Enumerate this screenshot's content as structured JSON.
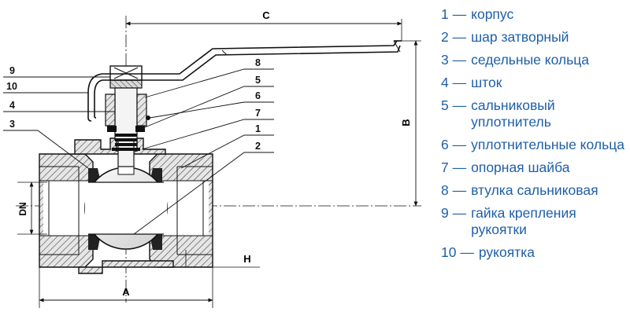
{
  "dimensions": {
    "a": "A",
    "b": "B",
    "c": "C",
    "h": "H",
    "dn": "DN"
  },
  "callouts": [
    "9",
    "10",
    "4",
    "3",
    "8",
    "5",
    "6",
    "7",
    "1",
    "2"
  ],
  "legend": [
    {
      "num": "1 —",
      "text": "корпус"
    },
    {
      "num": "2 —",
      "text": "шар затворный"
    },
    {
      "num": "3 —",
      "text": "седельные кольца"
    },
    {
      "num": "4 —",
      "text": "шток"
    },
    {
      "num": "5 —",
      "text": "сальниковый уплотнитель"
    },
    {
      "num": "6 —",
      "text": "уплотнительные кольца"
    },
    {
      "num": "7 —",
      "text": "опорная шайба"
    },
    {
      "num": "8 —",
      "text": "втулка сальниковая"
    },
    {
      "num": "9 —",
      "text": "гайка крепления рукоятки"
    },
    {
      "num": "10 —",
      "text": "рукоятка"
    }
  ],
  "colors": {
    "legend_text": "#1f5fa8",
    "line": "#111111",
    "hatch": "#333333"
  }
}
